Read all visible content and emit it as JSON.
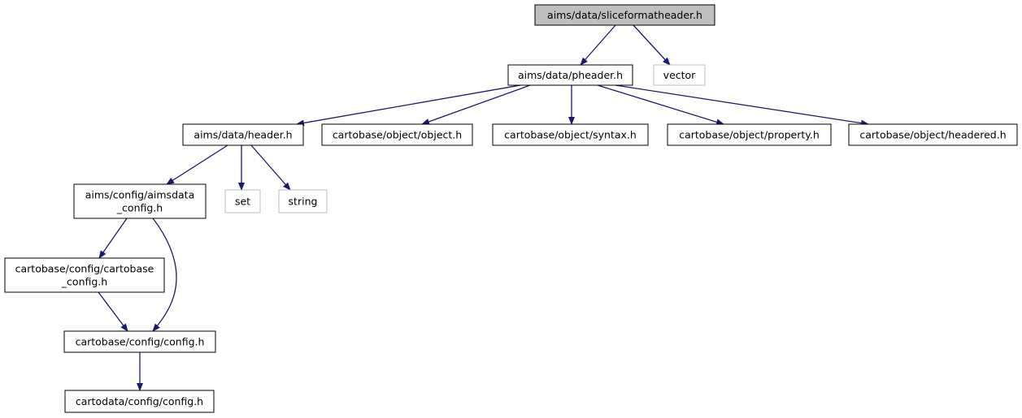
{
  "diagram": {
    "type": "include-dependency-graph",
    "colors": {
      "edge": "#191970",
      "root_fill": "#bfbfbf",
      "node_border": "#000000",
      "external_border": "#bfbfbf",
      "external_text": "#444444"
    },
    "nodes": [
      {
        "id": "sliceformatheader",
        "lines": [
          "aims/data/sliceformatheader.h"
        ],
        "kind": "root"
      },
      {
        "id": "pheader",
        "lines": [
          "aims/data/pheader.h"
        ],
        "kind": "file"
      },
      {
        "id": "vector",
        "lines": [
          "vector"
        ],
        "kind": "external"
      },
      {
        "id": "header",
        "lines": [
          "aims/data/header.h"
        ],
        "kind": "file"
      },
      {
        "id": "object",
        "lines": [
          "cartobase/object/object.h"
        ],
        "kind": "file"
      },
      {
        "id": "syntax",
        "lines": [
          "cartobase/object/syntax.h"
        ],
        "kind": "file"
      },
      {
        "id": "property",
        "lines": [
          "cartobase/object/property.h"
        ],
        "kind": "file"
      },
      {
        "id": "headered",
        "lines": [
          "cartobase/object/headered.h"
        ],
        "kind": "file"
      },
      {
        "id": "aimsdata_config",
        "lines": [
          "aims/config/aimsdata",
          "_config.h"
        ],
        "kind": "file"
      },
      {
        "id": "set",
        "lines": [
          "set"
        ],
        "kind": "external"
      },
      {
        "id": "string",
        "lines": [
          "string"
        ],
        "kind": "external"
      },
      {
        "id": "cartobase_config",
        "lines": [
          "cartobase/config/cartobase",
          "_config.h"
        ],
        "kind": "file"
      },
      {
        "id": "cb_config",
        "lines": [
          "cartobase/config/config.h"
        ],
        "kind": "file"
      },
      {
        "id": "cd_config",
        "lines": [
          "cartodata/config/config.h"
        ],
        "kind": "file"
      }
    ],
    "edges": [
      {
        "from": "sliceformatheader",
        "to": "pheader"
      },
      {
        "from": "sliceformatheader",
        "to": "vector"
      },
      {
        "from": "pheader",
        "to": "header"
      },
      {
        "from": "pheader",
        "to": "object"
      },
      {
        "from": "pheader",
        "to": "syntax"
      },
      {
        "from": "pheader",
        "to": "property"
      },
      {
        "from": "pheader",
        "to": "headered"
      },
      {
        "from": "header",
        "to": "aimsdata_config"
      },
      {
        "from": "header",
        "to": "set"
      },
      {
        "from": "header",
        "to": "string"
      },
      {
        "from": "aimsdata_config",
        "to": "cartobase_config"
      },
      {
        "from": "aimsdata_config",
        "to": "cb_config"
      },
      {
        "from": "cartobase_config",
        "to": "cb_config"
      },
      {
        "from": "cb_config",
        "to": "cd_config"
      }
    ]
  }
}
